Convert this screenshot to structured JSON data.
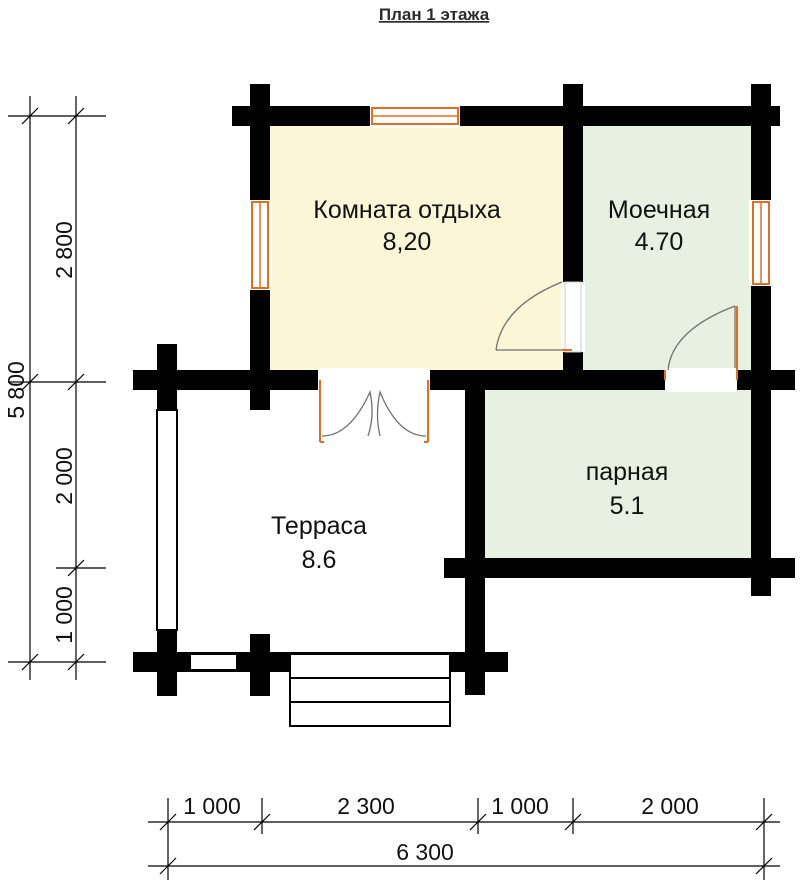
{
  "title": "План 1 этажа",
  "colors": {
    "rest_room": "#fbf6d6",
    "washroom": "#e6f1e1",
    "steam_room": "#e6f1e1",
    "walls": "#000000",
    "window_frame": "#e07020"
  },
  "rooms": [
    {
      "key": "rest_room",
      "name": "Комната отдыха",
      "area": "8,20"
    },
    {
      "key": "washroom",
      "name": "Моечная",
      "area": "4.70"
    },
    {
      "key": "steam_room",
      "name": "парная",
      "area": "5.1"
    },
    {
      "key": "terrace",
      "name": "Терраса",
      "area": "8.6"
    }
  ],
  "dimensions": {
    "vertical_total": "5 800",
    "vertical_segments": [
      "2 800",
      "2 000",
      "1 000"
    ],
    "horizontal_segments": [
      "1 000",
      "2 300",
      "1 000",
      "2 000"
    ],
    "horizontal_total": "6 300"
  }
}
